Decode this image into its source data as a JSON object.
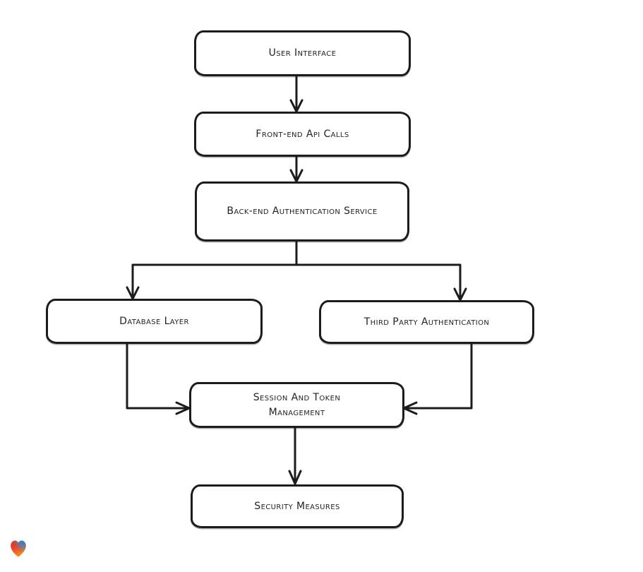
{
  "diagram": {
    "type": "flowchart",
    "background": "#ffffff",
    "stroke_color": "#1c1c1c",
    "node_fill": "#ffffff",
    "nodes": [
      {
        "id": "user-interface",
        "label": "User Interface"
      },
      {
        "id": "front-end-api-calls",
        "label": "Front-end Api Calls"
      },
      {
        "id": "back-end-authentication-service",
        "label": "Back-end Authentication Service"
      },
      {
        "id": "database-layer",
        "label": "Database Layer"
      },
      {
        "id": "third-party-authentication",
        "label": "Third Party Authentication"
      },
      {
        "id": "session-and-token-management",
        "label": "Session And Token Management"
      },
      {
        "id": "security-measures",
        "label": "Security Measures"
      }
    ],
    "edges": [
      {
        "from": "user-interface",
        "to": "front-end-api-calls"
      },
      {
        "from": "front-end-api-calls",
        "to": "back-end-authentication-service"
      },
      {
        "from": "back-end-authentication-service",
        "to": "database-layer"
      },
      {
        "from": "back-end-authentication-service",
        "to": "third-party-authentication"
      },
      {
        "from": "database-layer",
        "to": "session-and-token-management"
      },
      {
        "from": "third-party-authentication",
        "to": "session-and-token-management"
      },
      {
        "from": "session-and-token-management",
        "to": "security-measures"
      }
    ]
  },
  "branding": {
    "logo": "heart-gradient-logo",
    "logo_colors": {
      "red": "#e92e26",
      "teal": "#1fa98c",
      "blue": "#2f7fd8",
      "orange": "#f8991d"
    }
  }
}
